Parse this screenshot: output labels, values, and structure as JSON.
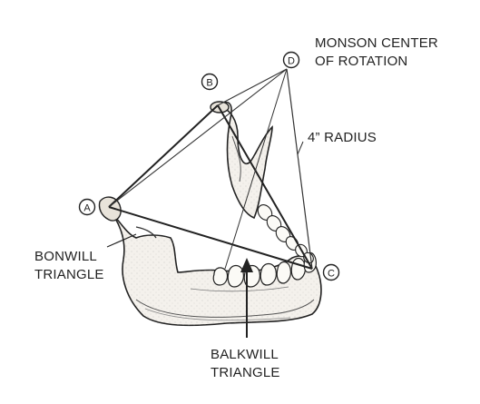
{
  "points": {
    "a": "A",
    "b": "B",
    "c": "C",
    "d": "D"
  },
  "labels": {
    "monson_line1": "MONSON CENTER",
    "monson_line2": "OF ROTATION",
    "radius": "4” RADIUS",
    "bonwill_line1": "BONWILL",
    "bonwill_line2": "TRIANGLE",
    "balkwill_line1": "BALKWILL",
    "balkwill_line2": "TRIANGLE"
  },
  "colors": {
    "ink": "#222222",
    "bone": "#f4f1ec",
    "background": "#ffffff"
  }
}
